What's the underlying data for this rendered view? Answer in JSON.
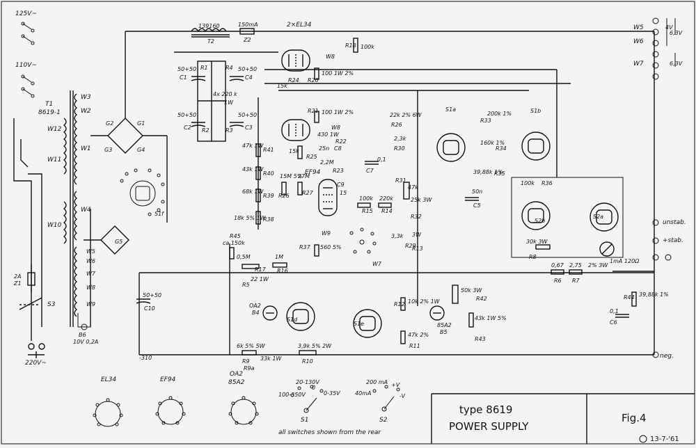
{
  "top": {
    "switch_125": "125V~",
    "switch_110": "110V~",
    "transformer_t1": "T1",
    "transformer_t1_type": "8619-1",
    "transformer_t2_spec": "139160",
    "transformer_t2": "T2",
    "fuse_z2_rating": "150mA",
    "fuse_z2": "Z2",
    "tubes_el34": "2×EL34",
    "w8": "W8",
    "r18": "R18",
    "r18_val": "100k"
  },
  "left": {
    "w3": "W3",
    "w2": "W2",
    "w12": "W12",
    "w1": "W1",
    "w11": "W11",
    "w4": "W4",
    "w10": "W10",
    "w5": "W5",
    "w6": "W6",
    "w7": "W7",
    "w8": "W8",
    "w9": "W9",
    "fuse_z1_rating": "2A",
    "fuse_z1": "Z1",
    "switch_s3": "S3",
    "mains": "220V~",
    "lamp_b6": "B6",
    "lamp_b6_rating": "10V 0,2A",
    "g1": "G1",
    "g2": "G2",
    "g3": "G3",
    "g4": "G4",
    "g5": "G5",
    "s1f": "S1f",
    "c10_val": "50+50",
    "c10": "C10",
    "minus310": "-310"
  },
  "caps": {
    "c1_val": "50+50",
    "c1": "C1",
    "c4_val": "50+50",
    "c4": "C4",
    "c2_val": "50+50",
    "c2": "C2",
    "c3_val": "50+50",
    "c3": "C3",
    "r1": "R1",
    "r2": "R2",
    "r3": "R3",
    "r4": "R4",
    "center_val": "4x 220 k",
    "one_w": "1W"
  },
  "mid": {
    "r24": "R24",
    "r24_val": "15k",
    "r20": "R20",
    "r20_val": "100 1W 2%",
    "r21": "R21",
    "r21_val": "100 1W 2%",
    "r22": "R22",
    "r22_val": "430 1W",
    "r25": "R25",
    "r25_val": "15k",
    "c8": "C8",
    "c8_val": "25n",
    "r23": "R23",
    "r23_val": "2,2M",
    "r41": "R41",
    "r41_val": "47k 1W",
    "r40": "R40",
    "r40_val": "43k 1W",
    "r39": "R39",
    "r39_val": "68k 1W",
    "r38": "R38",
    "r38_val": "18k 5% 1W",
    "r26": "R26",
    "r26_val": "15M 5%",
    "r27": "R27",
    "r27_val": "27M",
    "ef94": "EF94",
    "c9": "C9",
    "c9_val": "15",
    "c7": "C7",
    "c7_val": "0,1",
    "r15": "R15",
    "r15_val": "100k",
    "r14": "R14",
    "r14_val": "220k",
    "w9": "W9",
    "r45": "R45",
    "r45_val": "ca 150k",
    "r37": "R37",
    "r37_val": "560 5%",
    "w7": "W7",
    "r17": "R17",
    "r17_val": "0,5M",
    "r16": "R16",
    "r16_val": "1M",
    "r5": "R5",
    "r5_val": "22 1W"
  },
  "right": {
    "r26b": "R26",
    "r26b_val": "22k 2% 6W",
    "r33": "R33",
    "r33_val": "200k 1%",
    "r34": "R34",
    "r34_val": "160k 1%",
    "r35": "R35",
    "r35_val": "39,88k 1%",
    "s1a": "S1a",
    "s1b": "S1b",
    "r30": "R30",
    "r30_val": "2,3k",
    "r32": "R32",
    "r32_val": "25k 3W",
    "r31": "R31",
    "r31_val": "47k",
    "c5": "C5",
    "c5_val": "50n",
    "r13": "R13",
    "r13_val": "3W",
    "r29": "R29",
    "r29_val": "3,3k",
    "r36": "R36",
    "r36_val": "100k",
    "s2b": "S2b",
    "s2a": "S2a",
    "r8": "R8",
    "r8_val": "30k 3W",
    "meter": "1mA 120Ω",
    "r6": "R6",
    "r6_val": "0,67",
    "r7": "R7",
    "r7_val": "2,75",
    "r7_spec": "2% 3W",
    "r44": "R44",
    "r44_val": "39,88k 1%",
    "c6": "C6",
    "c6_val": "0,1",
    "unstab": "unstab.",
    "stab": "+stab.",
    "neg": "neg.",
    "w5": "W5",
    "w6": "W6",
    "w7": "W7",
    "v4": "4V",
    "v63a": "6,3V",
    "v63b": "6,3V"
  },
  "lower": {
    "oa2": "OA2",
    "b4": "B4",
    "s1d": "S1d",
    "s1e": "S1e",
    "r12": "R12",
    "r12_val": "10k 2% 1W",
    "r11": "R11",
    "r11_val": "47k 2%",
    "r42": "R42",
    "r42_val": "50k 3W",
    "b5": "B5",
    "b5_type": "85A2",
    "r43": "R43",
    "r43_val": "43k 1W 5%",
    "r9": "R9",
    "r9_val": "6k 5% 5W",
    "r9a": "R9a",
    "r9a_val": "33k 1W",
    "r10": "R10",
    "r10_val": "3,9k 5% 2W"
  },
  "bottom": {
    "el34": "EL34",
    "ef94": "EF94",
    "oa2": "OA2",
    "b5": "85A2",
    "s1": "S1",
    "s2": "S2",
    "s1_pos": "100-350V",
    "s1_pos2": "20-130V",
    "s1_pos3": "0",
    "s1_pos4": "0-35V",
    "s2_pos": "200 mA",
    "s2_pos2": "40mA",
    "s2_pos3": "+V",
    "s2_pos4": "-V",
    "note": "all switches shown from the rear",
    "type": "type 8619",
    "name": "POWER SUPPLY",
    "fig": "Fig.4",
    "date": "13-7-'61"
  }
}
